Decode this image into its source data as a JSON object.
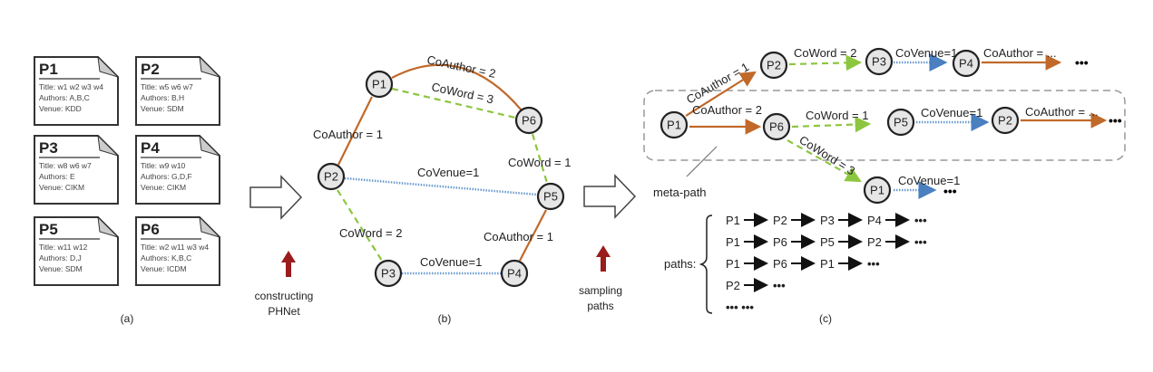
{
  "colors": {
    "coauthor": "#c0692a",
    "coword": "#8cc63f",
    "covenue": "#6b9bd0",
    "highlight_arrow": "#9b1c1c"
  },
  "papers": [
    {
      "id": "P1",
      "title": "Title: w1 w2 w3 w4",
      "authors": "Authors:  A,B,C",
      "venue": "Venue: KDD"
    },
    {
      "id": "P2",
      "title": "Title: w5 w6 w7",
      "authors": "Authors:  B,H",
      "venue": "Venue: SDM"
    },
    {
      "id": "P3",
      "title": "Title: w8 w6 w7",
      "authors": "Authors:  E",
      "venue": "Venue: CIKM"
    },
    {
      "id": "P4",
      "title": "Title: w9 w10",
      "authors": "Authors:  G,D,F",
      "venue": "Venue: CIKM"
    },
    {
      "id": "P5",
      "title": "Title: w11 w12",
      "authors": "Authors:  D,J",
      "venue": "Venue: SDM"
    },
    {
      "id": "P6",
      "title": "Title: w2 w11 w3 w4",
      "authors": "Authors:  K,B,C",
      "venue": "Venue: ICDM"
    }
  ],
  "captions": {
    "a": "(a)",
    "b": "(b)",
    "c": "(c)"
  },
  "step1": [
    "constructing",
    "PHNet"
  ],
  "step2": [
    "sampling",
    "paths"
  ],
  "graph": {
    "nodes": [
      "P1",
      "P2",
      "P3",
      "P4",
      "P5",
      "P6"
    ],
    "edges": {
      "p1_p6_author": "CoAuthor  = 2",
      "p1_p6_word": "CoWord = 3",
      "p1_p2": "CoAuthor = 1",
      "p2_p5": "CoVenue=1",
      "p6_p5": "CoWord = 1",
      "p2_p3": "CoWord = 2",
      "p3_p4": "CoVenue=1",
      "p5_p4": "CoAuthor = 1"
    }
  },
  "walks": {
    "nodes": {
      "a": "P1",
      "b": "P2",
      "c": "P3",
      "d": "P4",
      "e": "P6",
      "f": "P5",
      "g": "P2",
      "h": "P1"
    },
    "edges": {
      "a_b": "CoAuthor = 1",
      "b_c": "CoWord = 2",
      "c_d": "CoVenue=1",
      "d_out": "CoAuthor  = ...",
      "a_e": "CoAuthor  = 2",
      "e_f": "CoWord = 1",
      "f_g": "CoVenue=1",
      "g_out": "CoAuthor  = ...",
      "e_h": "CoWord = 3",
      "h_out": "CoVenue=1"
    },
    "ellipsis": "•••",
    "meta_path_label": "meta-path"
  },
  "paths": {
    "label": "paths:",
    "rows": [
      [
        "P1",
        "P2",
        "P3",
        "P4",
        "•••"
      ],
      [
        "P1",
        "P6",
        "P5",
        "P2",
        "•••"
      ],
      [
        "P1",
        "P6",
        "P1",
        "•••"
      ],
      [
        "P2",
        "•••"
      ],
      [
        "••• •••"
      ]
    ]
  }
}
